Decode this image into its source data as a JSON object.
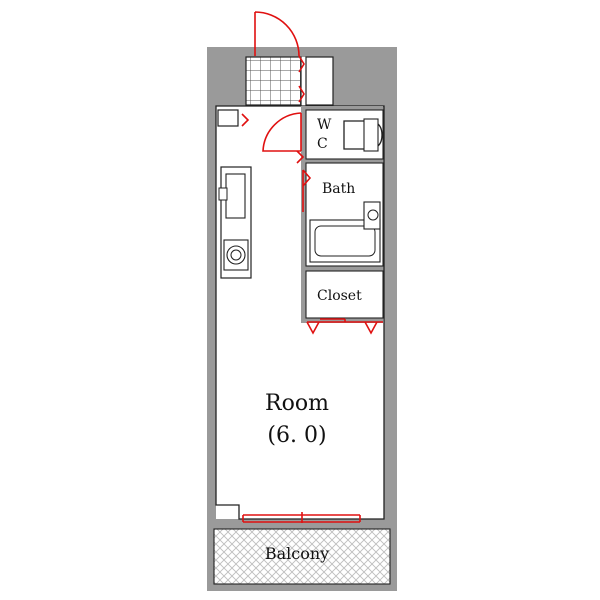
{
  "labels": {
    "room_name": "Room",
    "room_size": "(6. 0)",
    "wc_w": "W",
    "wc_c": "C",
    "bath": "Bath",
    "closet": "Closet",
    "balcony": "Balcony"
  },
  "colors": {
    "wall": "#9a9a9a",
    "opening": "#e01010",
    "line": "#222222",
    "balcony_hatch": "#bfbfbf"
  }
}
